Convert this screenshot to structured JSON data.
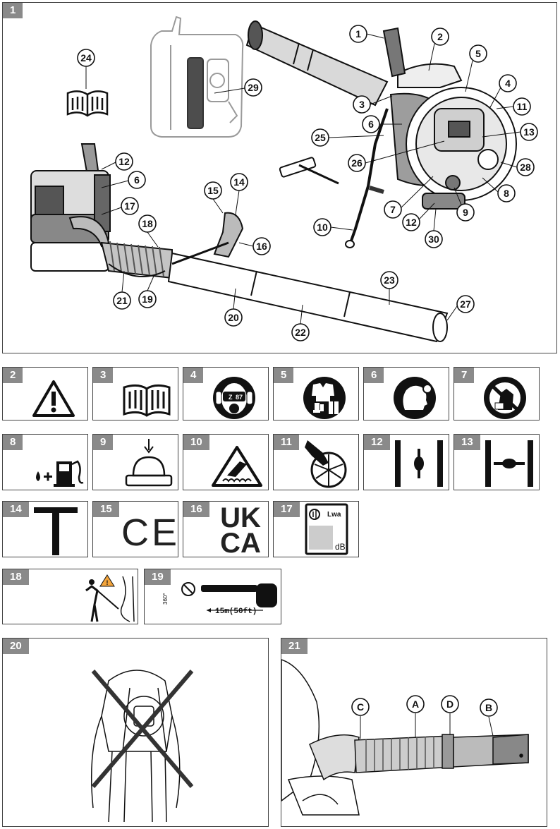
{
  "panels": {
    "p1": "1",
    "p2": "2",
    "p3": "3",
    "p4": "4",
    "p5": "5",
    "p6": "6",
    "p7": "7",
    "p8": "8",
    "p9": "9",
    "p10": "10",
    "p11": "11",
    "p12": "12",
    "p13": "13",
    "p14": "14",
    "p15": "15",
    "p16": "16",
    "p17": "17",
    "p18": "18",
    "p19": "19",
    "p20": "20",
    "p21": "21"
  },
  "callouts": {
    "c1": "1",
    "c2": "2",
    "c3": "3",
    "c4": "4",
    "c5": "5",
    "c6a": "6",
    "c6b": "6",
    "c7": "7",
    "c8": "8",
    "c9": "9",
    "c10": "10",
    "c11": "11",
    "c12a": "12",
    "c12b": "12",
    "c13": "13",
    "c14": "14",
    "c15": "15",
    "c16": "16",
    "c17": "17",
    "c18": "18",
    "c19": "19",
    "c20": "20",
    "c21": "21",
    "c22": "22",
    "c23": "23",
    "c24": "24",
    "c25": "25",
    "c26": "26",
    "c27": "27",
    "c28": "28",
    "c29": "29",
    "c30": "30"
  },
  "symbols": {
    "ear_protection_z": "Z",
    "ear_protection_87": "87",
    "ce_mark": "CE",
    "ukca_top": "UK",
    "ukca_bottom": "CA",
    "sound_unit": "dB",
    "sound_lwa": "Lwa",
    "rotation_deg": "360°",
    "distance": "15m(50ft)"
  },
  "fig21": {
    "a": "A",
    "b": "B",
    "c": "C",
    "d": "D"
  }
}
